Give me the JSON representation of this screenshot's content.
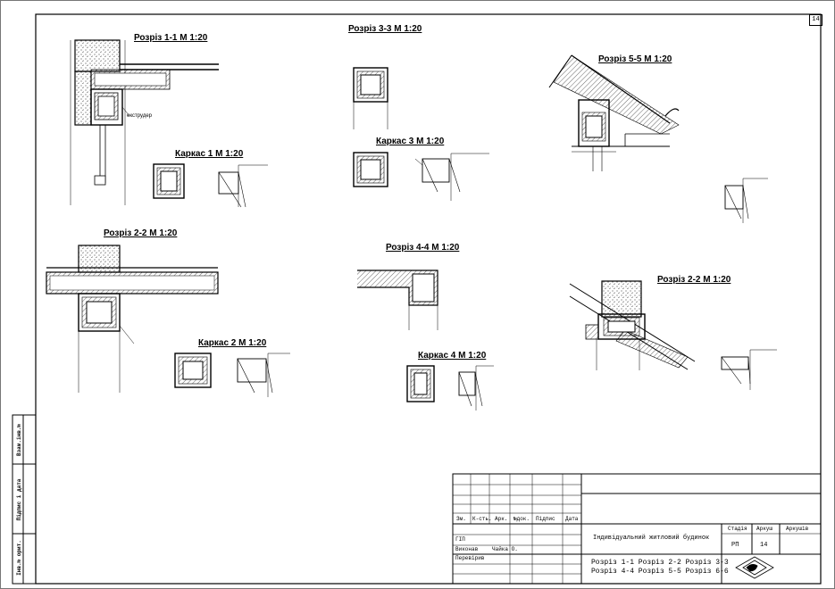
{
  "sheet_number": "14",
  "section_titles": {
    "s11": "Розріз 1-1  М 1:20",
    "s33": "Розріз 3-3  М 1:20",
    "s55": "Розріз 5-5  М 1:20",
    "s22a": "Розріз 2-2  М 1:20",
    "s44": "Розріз 4-4  М 1:20",
    "s22b": "Розріз 2-2  М 1:20",
    "k1": "Каркас 1  М 1:20",
    "k2": "Каркас 2  М 1:20",
    "k3": "Каркас 3  М 1:20",
    "k4": "Каркас 4  М 1:20"
  },
  "annotations": {
    "extruder": "екструдер"
  },
  "side_stamp": [
    "Взам.інв.№",
    "Підпис і дата",
    "Інв.№ орит."
  ],
  "title_block": {
    "col_headers": [
      "Зм.",
      "К-сть.",
      "Арк.",
      "№док.",
      "Підпис",
      "Дата"
    ],
    "roles": [
      "ГІП",
      "Виконав",
      "Перевірив"
    ],
    "executor_name": "Чайка О.",
    "project_title": "Індивідуальний житловий будинок",
    "stage_label": "Стадія",
    "sheet_label": "Аркуш",
    "sheets_label": "Аркушів",
    "stage_value": "РП",
    "sheet_value": "14",
    "sections_line1": "Розріз 1-1 Розріз 2-2 Розріз 3-3",
    "sections_line2": "Розріз 4-4 Розріз 5-5 Розріз 6-6"
  }
}
